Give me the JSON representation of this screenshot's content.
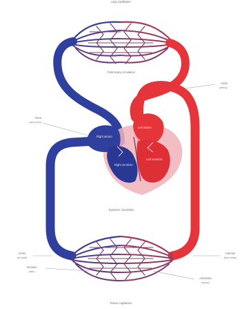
{
  "colors": {
    "oxygenated": "#e6353a",
    "deoxygenated": "#2f3f9e",
    "capillary": "#8e3a63",
    "pericardium": "#f1b3b8",
    "label_text": "#6f6f7a",
    "leader_line": "#9a9aa4"
  },
  "labels": {
    "lung_capillaries": "Lung capillaries",
    "pulmonary_circulation": "Pulmonary circulation",
    "aorta": "Aorta",
    "aorta_sub": "(artery)",
    "vena_cava": "Vena",
    "vena_cava_sub": "cava (vein)",
    "right_atrium": "Right atrium",
    "right_ventricle": "Right ventricle",
    "left_atrium": "Left atrium",
    "left_ventricle": "Left ventricle",
    "systemic_circulation": "Systemic circulation",
    "veins_left": "Veins",
    "veins_left_sub": "(to heart)",
    "arteries_right": "Arteries",
    "arteries_right_sub": "(from heart)",
    "venules": "Venules",
    "venules_sub": "(vein)",
    "arterioles": "Arterioles",
    "arterioles_sub": "(artery)",
    "tissue_capillaries": "Tissue capillaries"
  }
}
